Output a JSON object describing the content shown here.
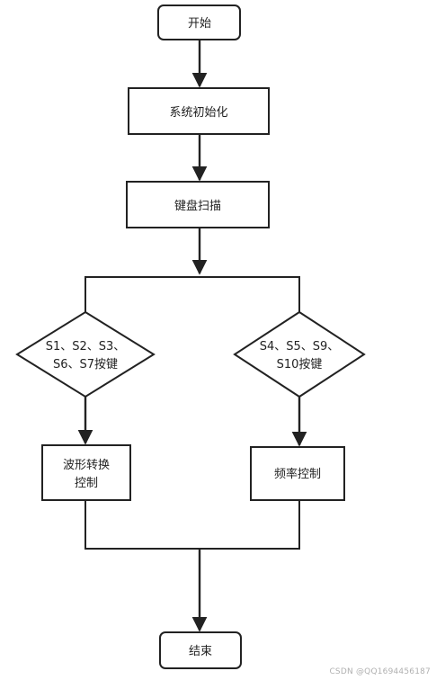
{
  "nodes": {
    "start": "开始",
    "init": "系统初始化",
    "scan": "键盘扫描",
    "decision_left_line1": "S1、S2、S3、",
    "decision_left_line2": "S6、S7按键",
    "decision_right_line1": "S4、S5、S9、",
    "decision_right_line2": "S10按键",
    "wave_line1": "波形转换",
    "wave_line2": "控制",
    "freq": "频率控制",
    "end": "结束"
  },
  "watermark": "CSDN @QQ1694456187",
  "colors": {
    "stroke": "#222222",
    "fill": "#ffffff",
    "text": "#222222"
  }
}
